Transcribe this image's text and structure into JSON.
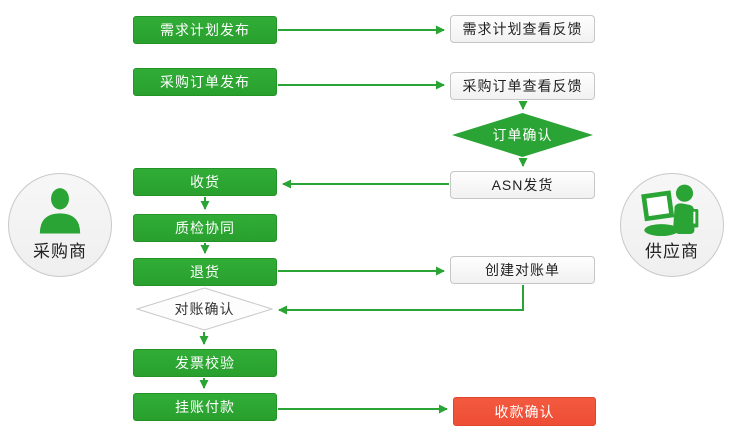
{
  "diagram": {
    "type": "flowchart",
    "actors": {
      "buyer": "采购商",
      "supplier": "供应商"
    },
    "nodes": {
      "demand_publish": {
        "label": "需求计划发布",
        "shape": "process",
        "color": "green"
      },
      "po_publish": {
        "label": "采购订单发布",
        "shape": "process",
        "color": "green"
      },
      "receive": {
        "label": "收货",
        "shape": "process",
        "color": "green"
      },
      "quality": {
        "label": "质检协同",
        "shape": "process",
        "color": "green"
      },
      "returns": {
        "label": "退货",
        "shape": "process",
        "color": "green"
      },
      "recon_confirm": {
        "label": "对账确认",
        "shape": "decision",
        "color": "white"
      },
      "invoice_check": {
        "label": "发票校验",
        "shape": "process",
        "color": "green"
      },
      "payment": {
        "label": "挂账付款",
        "shape": "process",
        "color": "green"
      },
      "demand_feedback": {
        "label": "需求计划查看反馈",
        "shape": "process",
        "color": "white"
      },
      "po_feedback": {
        "label": "采购订单查看反馈",
        "shape": "process",
        "color": "white"
      },
      "order_confirm": {
        "label": "订单确认",
        "shape": "decision",
        "color": "green"
      },
      "asn": {
        "label": "ASN发货",
        "shape": "process",
        "color": "white"
      },
      "statement": {
        "label": "创建对账单",
        "shape": "process",
        "color": "white"
      },
      "receipt_confirm": {
        "label": "收款确认",
        "shape": "process",
        "color": "red"
      }
    },
    "edges": [
      "需求计划发布 → 需求计划查看反馈",
      "采购订单发布 → 采购订单查看反馈",
      "采购订单查看反馈 → 订单确认",
      "订单确认 → ASN发货",
      "ASN发货 → 收货",
      "收货 → 质检协同",
      "质检协同 → 退货",
      "退货 → 创建对账单",
      "创建对账单 → 对账确认",
      "对账确认 → 发票校验",
      "发票校验 → 挂账付款",
      "挂账付款 → 收款确认"
    ],
    "colors": {
      "green": "#2aa434",
      "red": "#ef5138",
      "white_node_border": "#c6c6c6",
      "arrow": "#2aa434"
    }
  }
}
